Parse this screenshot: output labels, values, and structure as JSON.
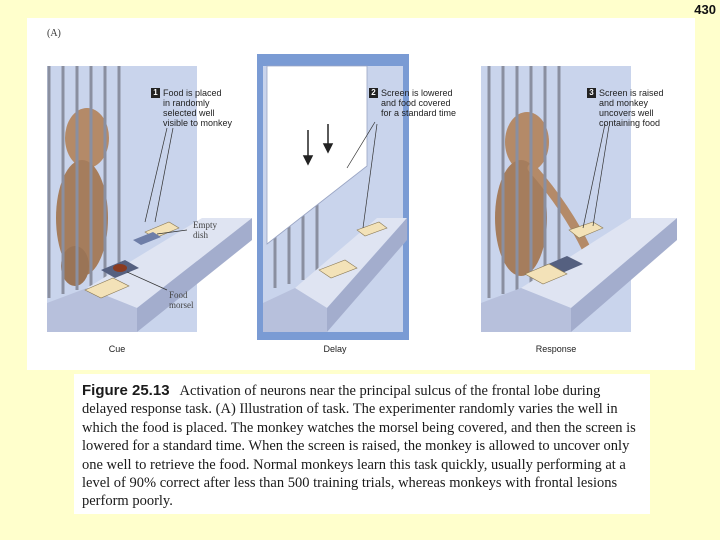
{
  "page_number": "430",
  "figure": {
    "panel_label": "(A)",
    "phases": [
      {
        "label": "Cue"
      },
      {
        "label": "Delay"
      },
      {
        "label": "Response"
      }
    ],
    "callouts": [
      {
        "number": "1",
        "lines": [
          "Food is placed",
          "in randomly",
          "selected well",
          "visible to monkey"
        ]
      },
      {
        "number": "2",
        "lines": [
          "Screen is lowered",
          "and food covered",
          "for a standard time"
        ]
      },
      {
        "number": "3",
        "lines": [
          "Screen is raised",
          "and monkey",
          "uncovers well",
          "containing food"
        ]
      }
    ],
    "side_labels": {
      "empty_dish": [
        "Empty",
        "dish"
      ],
      "food_morsel": [
        "Food",
        "morsel"
      ]
    },
    "colors": {
      "wall": "#c9d4ec",
      "delay_background": "#7a9bd4",
      "screen": "#ffffff",
      "bars": "#8a8fa0",
      "ledge": "#b7c0dc",
      "lid": "#f3e2b8",
      "monkey": "#b48a68"
    }
  },
  "caption": {
    "figure_number": "Figure 25.13",
    "text": "Activation of neurons near the principal sulcus of the frontal lobe during delayed response task. (A) Illustration of task. The experimenter randomly varies the well in which the food is placed. The monkey watches the morsel being covered, and then the screen is lowered for a standard time. When the screen is raised, the monkey is allowed to uncover only one well to retrieve the food. Normal monkeys learn this task quickly, usually performing at a level of 90% correct after less than 500 training trials, whereas monkeys with frontal lesions perform poorly."
  }
}
